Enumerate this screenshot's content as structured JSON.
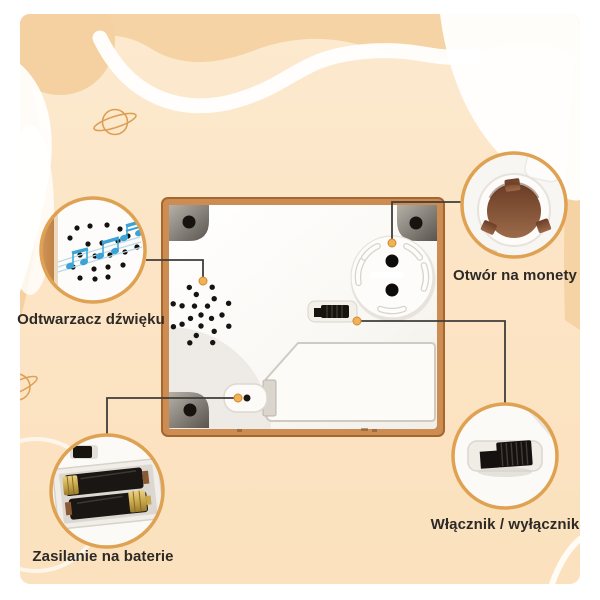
{
  "infographic": {
    "product": "money-box back panel diagram",
    "callouts": {
      "speaker": {
        "label": "Odtwarzacz dźwięku",
        "icon": "speaker-holes-music-notes-icon"
      },
      "coin_slot": {
        "label": "Otwór na monety",
        "icon": "coin-hole-icon"
      },
      "battery": {
        "label": "Zasilanie na baterie",
        "icon": "battery-compartment-icon"
      },
      "power_switch": {
        "label": "Włącznik / wyłącznik",
        "icon": "slider-switch-icon"
      }
    },
    "decor_icons": [
      "saturn-planet-icon",
      "cloud-shapes",
      "music-notes-icon"
    ]
  },
  "colors": {
    "label_text": "#2d2a26",
    "background_peach": "#fce3c2",
    "cloud_peach": "#f6d3a4",
    "callout_ring_gold": "#dfa152",
    "leader_line": "#3f3d39",
    "anchor_dot": "#f0b257",
    "device_frame_tan": "#cc8c52",
    "music_note_blue": "#3ba3d6",
    "battery_gold": "#c9a94e",
    "coin_hole_brown": "#7c4a2f"
  }
}
